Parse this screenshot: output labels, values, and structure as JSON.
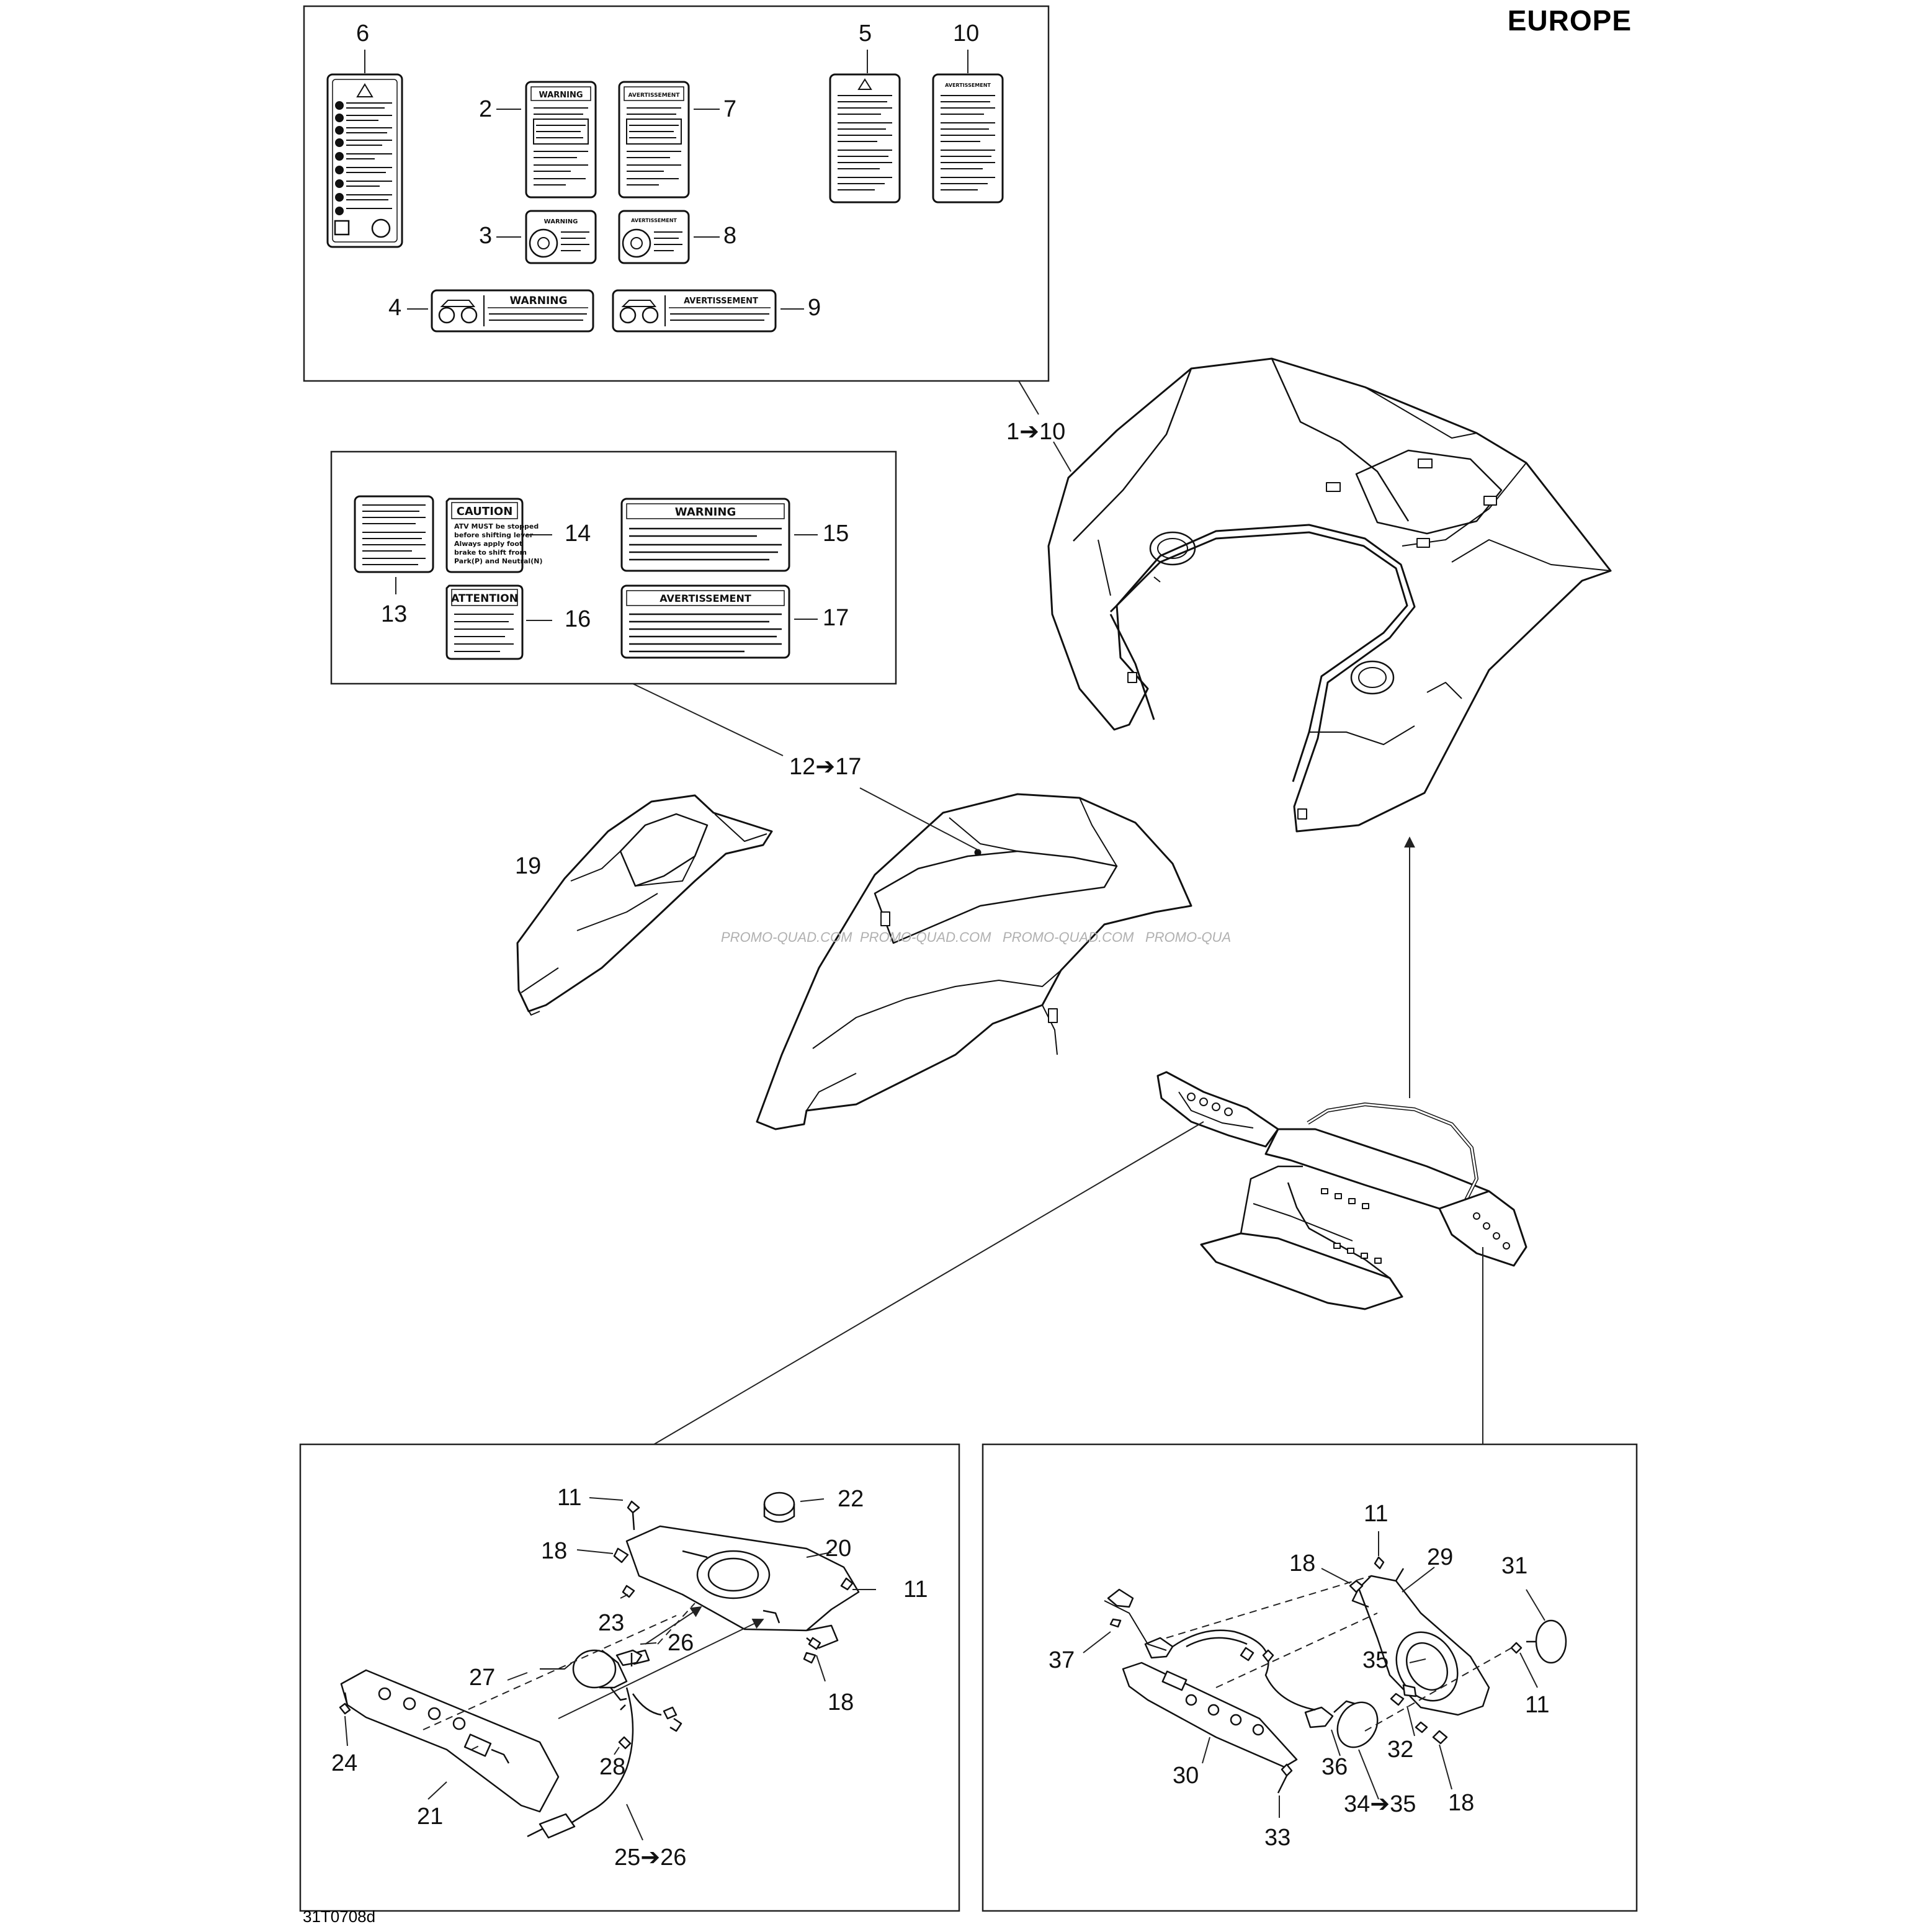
{
  "region": "EUROPE",
  "diagram_code": "31T0708d",
  "watermark": [
    "PROMO-QUAD.COM",
    "PROMO-QUAD.COM",
    "PROMO-QUAD.COM",
    "PROMO-QUA"
  ],
  "callouts": {
    "c6": "6",
    "c2": "2",
    "c7": "7",
    "c5": "5",
    "c10": "10",
    "c3": "3",
    "c8": "8",
    "c4": "4",
    "c9": "9",
    "c1to10": "1➔10",
    "c14": "14",
    "c15": "15",
    "c13": "13",
    "c16": "16",
    "c17": "17",
    "c12to17": "12➔17",
    "c19": "19",
    "l11a": "11",
    "l22": "22",
    "l18a": "18",
    "l20": "20",
    "l11b": "11",
    "l23": "23",
    "l26": "26",
    "l27": "27",
    "l18b": "18",
    "l24": "24",
    "l28": "28",
    "l21": "21",
    "l25to26": "25➔26",
    "r11a": "11",
    "r29": "29",
    "r18a": "18",
    "r31": "31",
    "r37": "37",
    "r35": "35",
    "r11b": "11",
    "r30": "30",
    "r36": "36",
    "r32": "32",
    "r33": "33",
    "r34to35": "34➔35",
    "r18b": "18"
  },
  "labels": {
    "warning": "WARNING",
    "avertissement": "AVERTISSEMENT",
    "caution": "CAUTION",
    "attention": "ATTENTION",
    "caution_text": [
      "ATV MUST be stopped",
      "before shifting lever",
      "Always apply foot",
      "brake to shift from",
      "Park(P) and Neutral(N)"
    ]
  }
}
